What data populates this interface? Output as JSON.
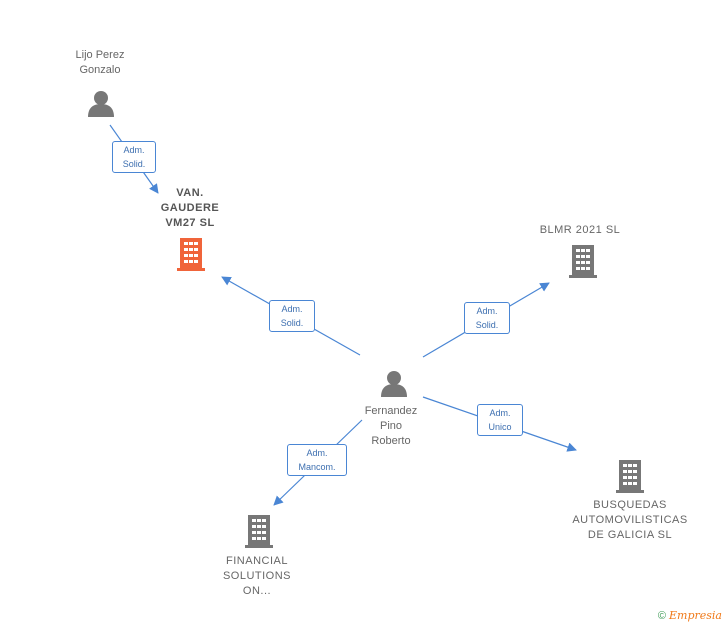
{
  "nodes": {
    "lijo": {
      "label": "Lijo Perez\nGonzalo",
      "type": "person"
    },
    "van": {
      "label": "VAN.\nGAUDERE\nVM27  SL",
      "type": "company",
      "highlight": true
    },
    "blmr": {
      "label": "BLMR 2021  SL",
      "type": "company"
    },
    "fernandez": {
      "label": "Fernandez\nPino\nRoberto",
      "type": "person"
    },
    "financial": {
      "label": "FINANCIAL\nSOLUTIONS\nON...",
      "type": "company"
    },
    "busquedas": {
      "label": "BUSQUEDAS\nAUTOMOVILISTICAS\nDE GALICIA SL",
      "type": "company"
    }
  },
  "edges": {
    "lijo_van": {
      "from": "lijo",
      "to": "van",
      "label": "Adm.\nSolid."
    },
    "fer_van": {
      "from": "fernandez",
      "to": "van",
      "label": "Adm.\nSolid."
    },
    "fer_blmr": {
      "from": "fernandez",
      "to": "blmr",
      "label": "Adm.\nSolid."
    },
    "fer_busq": {
      "from": "fernandez",
      "to": "busquedas",
      "label": "Adm.\nUnico"
    },
    "fer_fin": {
      "from": "fernandez",
      "to": "financial",
      "label": "Adm.\nMancom."
    }
  },
  "colors": {
    "edge": "#4a86d4",
    "person_icon": "#777777",
    "company_icon": "#777777",
    "highlight_icon": "#f0643a"
  },
  "footer": {
    "copyright": "©",
    "brand": "Empresia"
  }
}
